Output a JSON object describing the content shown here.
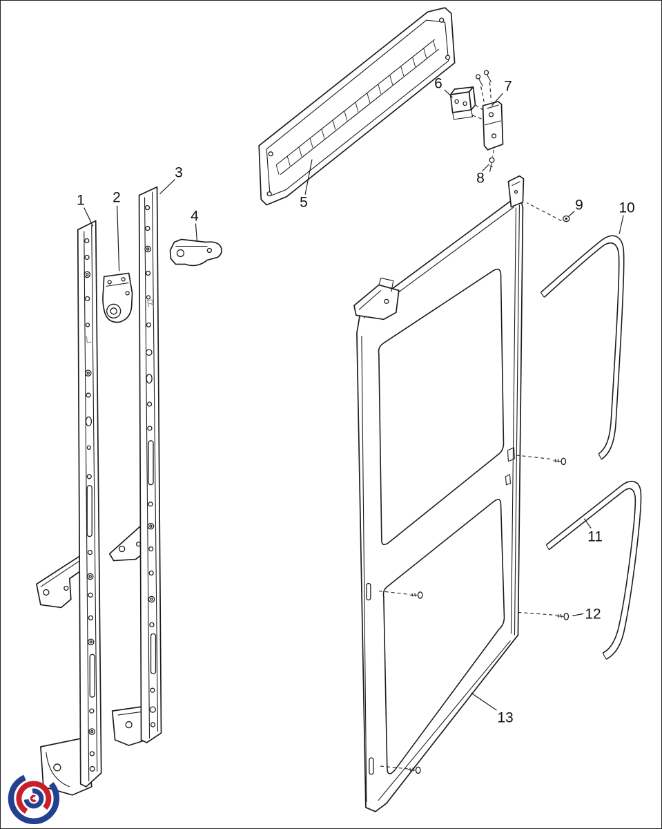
{
  "diagram": {
    "callouts": [
      {
        "label": "1"
      },
      {
        "label": "2"
      },
      {
        "label": "3"
      },
      {
        "label": "4"
      },
      {
        "label": "5"
      },
      {
        "label": "6"
      },
      {
        "label": "7"
      },
      {
        "label": "8"
      },
      {
        "label": "9"
      },
      {
        "label": "10"
      },
      {
        "label": "11"
      },
      {
        "label": "12"
      },
      {
        "label": "13"
      }
    ],
    "markings": {
      "left_pillar": "L",
      "right_pillar": "R"
    }
  },
  "logo": {
    "name": "brand-logo-swirl",
    "colors": {
      "blue": "#23418f",
      "red": "#c8202a"
    }
  },
  "colors": {
    "line": "#1c1c1c",
    "background": "#ffffff"
  }
}
